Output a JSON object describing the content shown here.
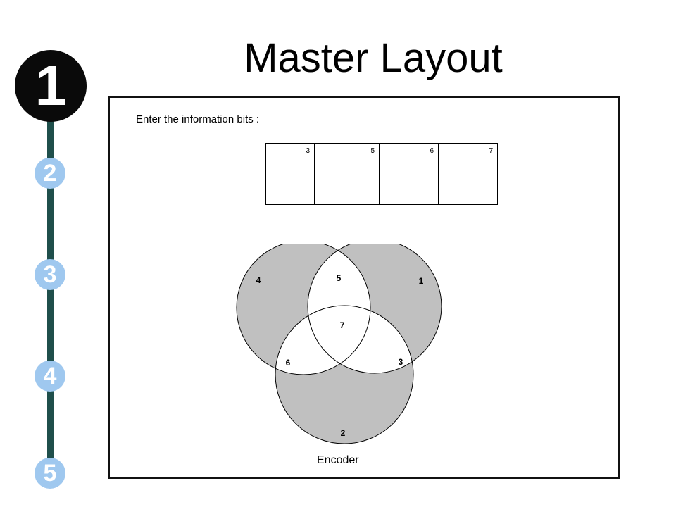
{
  "title": "Master Layout",
  "steps": [
    {
      "label": "1",
      "active": true
    },
    {
      "label": "2",
      "active": false
    },
    {
      "label": "3",
      "active": false
    },
    {
      "label": "4",
      "active": false
    },
    {
      "label": "5",
      "active": false
    }
  ],
  "prompt": "Enter the information bits :",
  "bit_positions": [
    "3",
    "5",
    "6",
    "7"
  ],
  "venn": {
    "region_labels": {
      "top_left_only": "4",
      "top_right_only": "1",
      "bottom_only": "2",
      "top_left_top_right": "5",
      "top_left_bottom": "6",
      "top_right_bottom": "3",
      "center": "7"
    }
  },
  "caption": "Encoder",
  "colors": {
    "active_step": "#0a0a0a",
    "inactive_step": "#9fc8ef",
    "rail": "#1f4f4b",
    "circle_fill": "#c0c0c0"
  }
}
